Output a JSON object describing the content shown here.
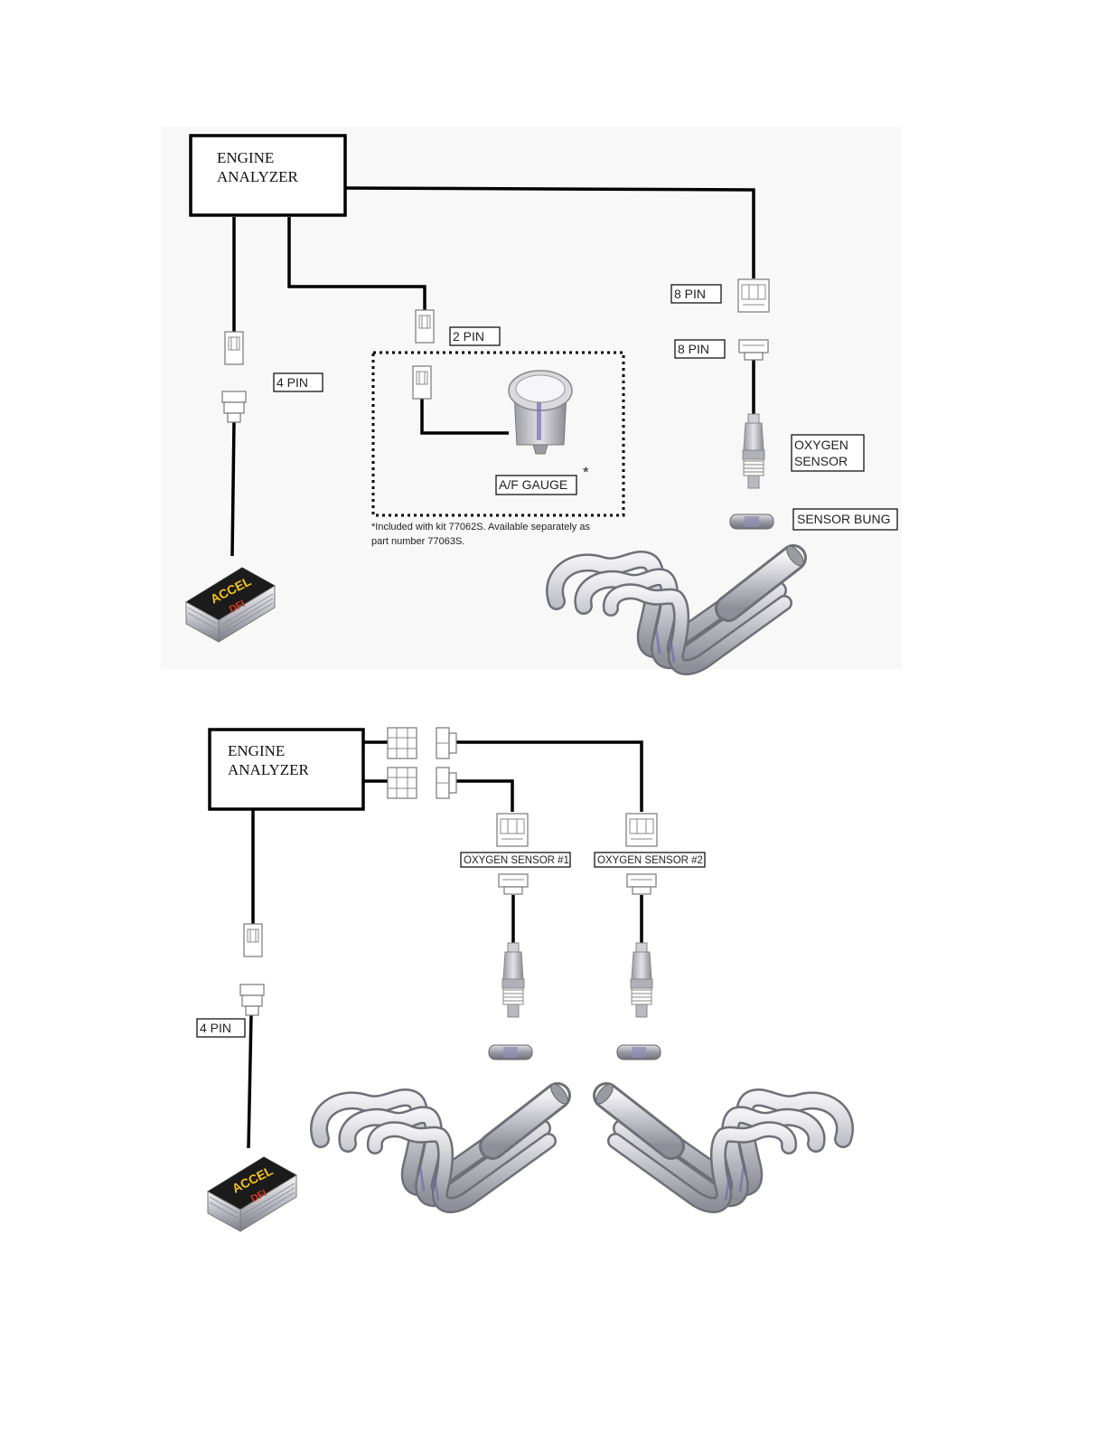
{
  "top": {
    "analyzer_label": [
      "ENGINE",
      "ANALYZER"
    ],
    "label_4pin": "4 PIN",
    "label_2pin": "2 PIN",
    "label_8pin_a": "8 PIN",
    "label_8pin_b": "8 PIN",
    "label_oxygen": [
      "OXYGEN",
      "SENSOR"
    ],
    "label_bung": "SENSOR BUNG",
    "label_gauge": "A/F GAUGE",
    "asterisk": "*",
    "footnote": [
      "*Included with kit 77062S.  Available separately as",
      "part number 77063S."
    ],
    "dfi_logo": [
      "ACCEL",
      "DFI"
    ]
  },
  "bottom": {
    "analyzer_label": [
      "ENGINE",
      "ANALYZER"
    ],
    "label_4pin": "4 PIN",
    "label_o2_1": "OXYGEN SENSOR #1",
    "label_o2_2": "OXYGEN SENSOR #2",
    "dfi_logo": [
      "ACCEL",
      "DFI"
    ]
  }
}
